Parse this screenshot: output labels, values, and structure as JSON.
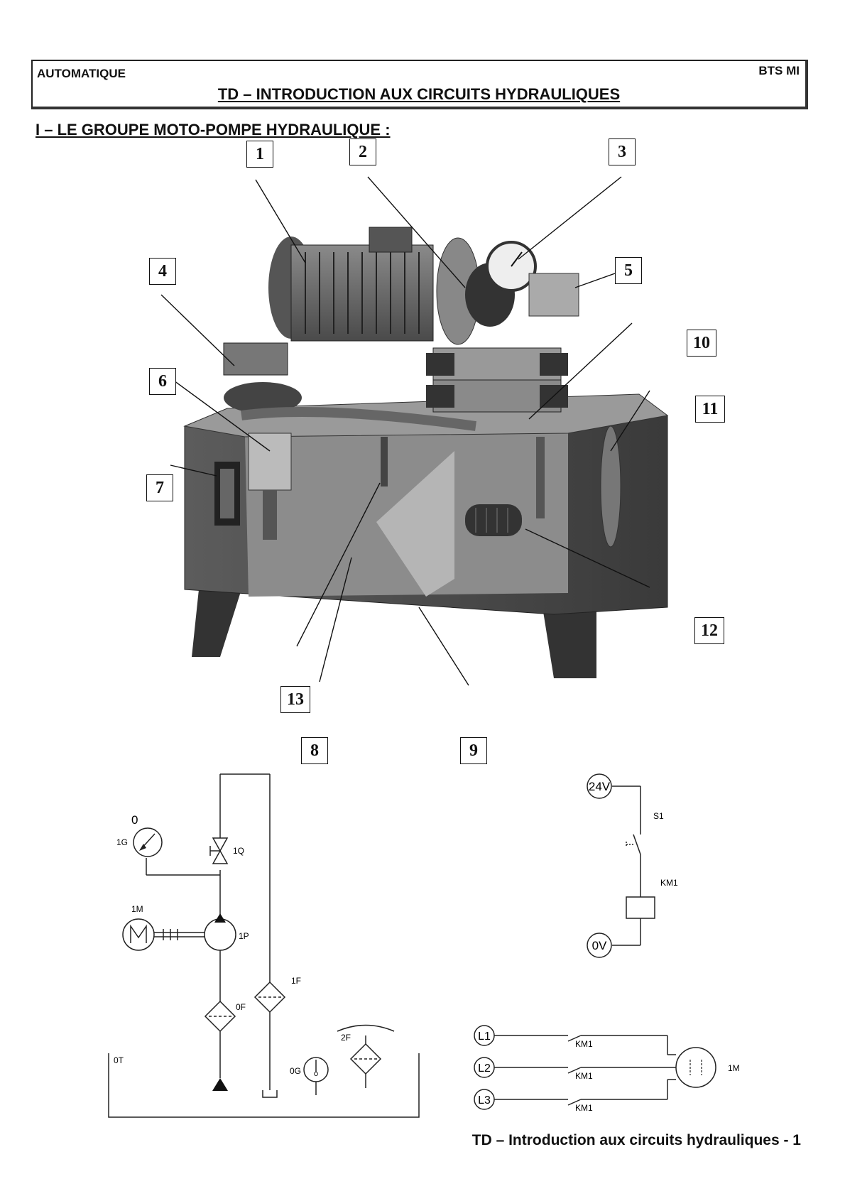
{
  "header": {
    "subject": "AUTOMATIQUE",
    "class": "BTS MI",
    "title": "TD – INTRODUCTION AUX CIRCUITS HYDRAULIQUES"
  },
  "section": {
    "title": "I – LE GROUPE MOTO-POMPE HYDRAULIQUE :"
  },
  "photo": {
    "callouts": [
      "1",
      "2",
      "3",
      "4",
      "5",
      "6",
      "7",
      "8",
      "9",
      "10",
      "11",
      "12",
      "13"
    ]
  },
  "hydraulic_diagram": {
    "labels": {
      "gauge_value": "0",
      "gauge": "1G",
      "valve": "1Q",
      "motor": "1M",
      "pump": "1P",
      "return_filter": "1F",
      "suction_filter": "0F",
      "tank": "0T",
      "level_gauge": "0G",
      "breather_filter": "2F"
    }
  },
  "control_circuit": {
    "supply": "24V",
    "ground": "0V",
    "switch": "S1",
    "coil": "KM1"
  },
  "power_circuit": {
    "phases": [
      "L1",
      "L2",
      "L3"
    ],
    "contact": "KM1",
    "motor": "1M"
  },
  "footer": {
    "text": "TD – Introduction aux circuits hydrauliques - 1"
  }
}
